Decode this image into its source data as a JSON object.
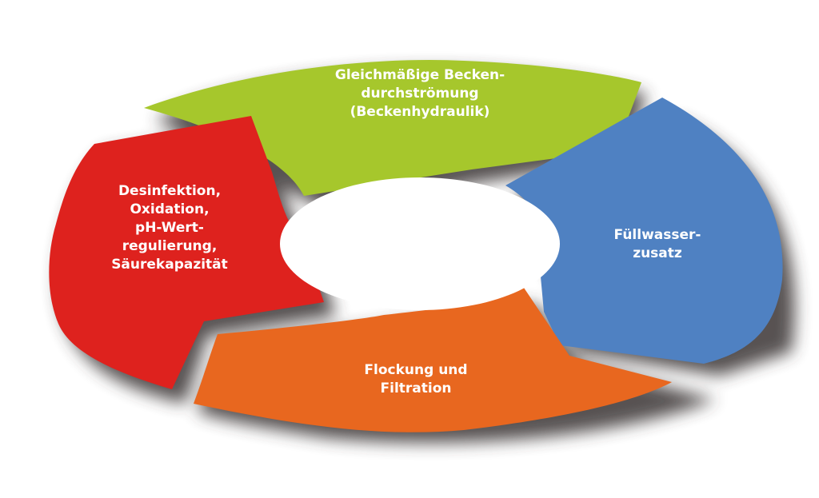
{
  "colors": {
    "green": "#a6c72c",
    "blue": "#4f81c2",
    "orange": "#e8671f",
    "red": "#de221e",
    "shadow": "#3a3434",
    "text": "#ffffff"
  },
  "segments": {
    "green": {
      "lines": [
        "Gleichmäßige Becken-",
        "durchströmung",
        "(Beckenhydraulik)"
      ]
    },
    "blue": {
      "lines": [
        "Füllwasser-",
        "zusatz"
      ]
    },
    "orange": {
      "lines": [
        "Flockung und",
        "Filtration"
      ]
    },
    "red": {
      "lines": [
        "Desinfektion,",
        "Oxidation,",
        "pH-Wert-",
        "regulierung,",
        "Säurekapazität"
      ]
    }
  }
}
